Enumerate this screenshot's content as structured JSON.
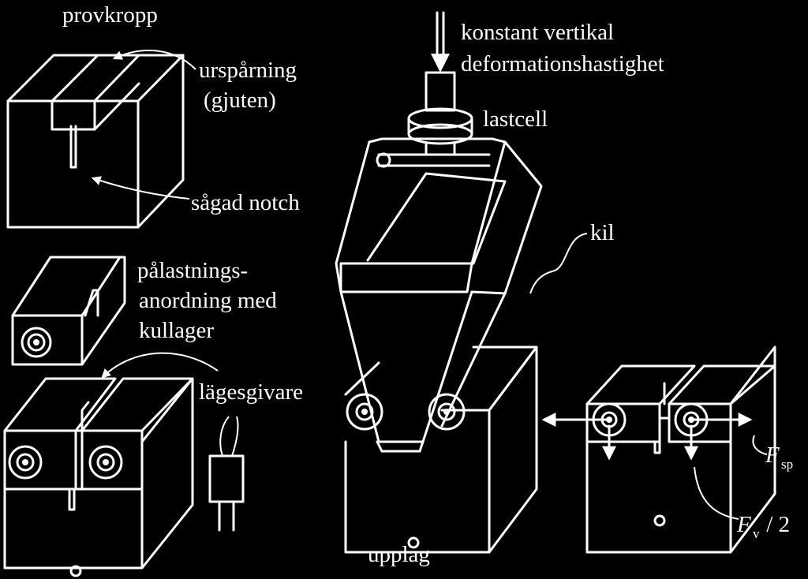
{
  "colors": {
    "background": "#000000",
    "foreground": "#ffffff"
  },
  "labels": {
    "provkropp": "provkropp",
    "urspar1": "urspårning",
    "urspar2": "(gjuten)",
    "sagad": "sågad notch",
    "konst1": "konstant vertikal",
    "konst2": "deformationshastighet",
    "lastcell": "lastcell",
    "kil": "kil",
    "palast1": "pålastnings-",
    "palast2": "anordning med",
    "palast3": "kullager",
    "lages": "lägesgivare",
    "upplag": "upplag",
    "fsp_main": "F",
    "fsp_sub": "sp",
    "fv_main": "F",
    "fv_sub": "v",
    "fv_rest": " / 2"
  }
}
